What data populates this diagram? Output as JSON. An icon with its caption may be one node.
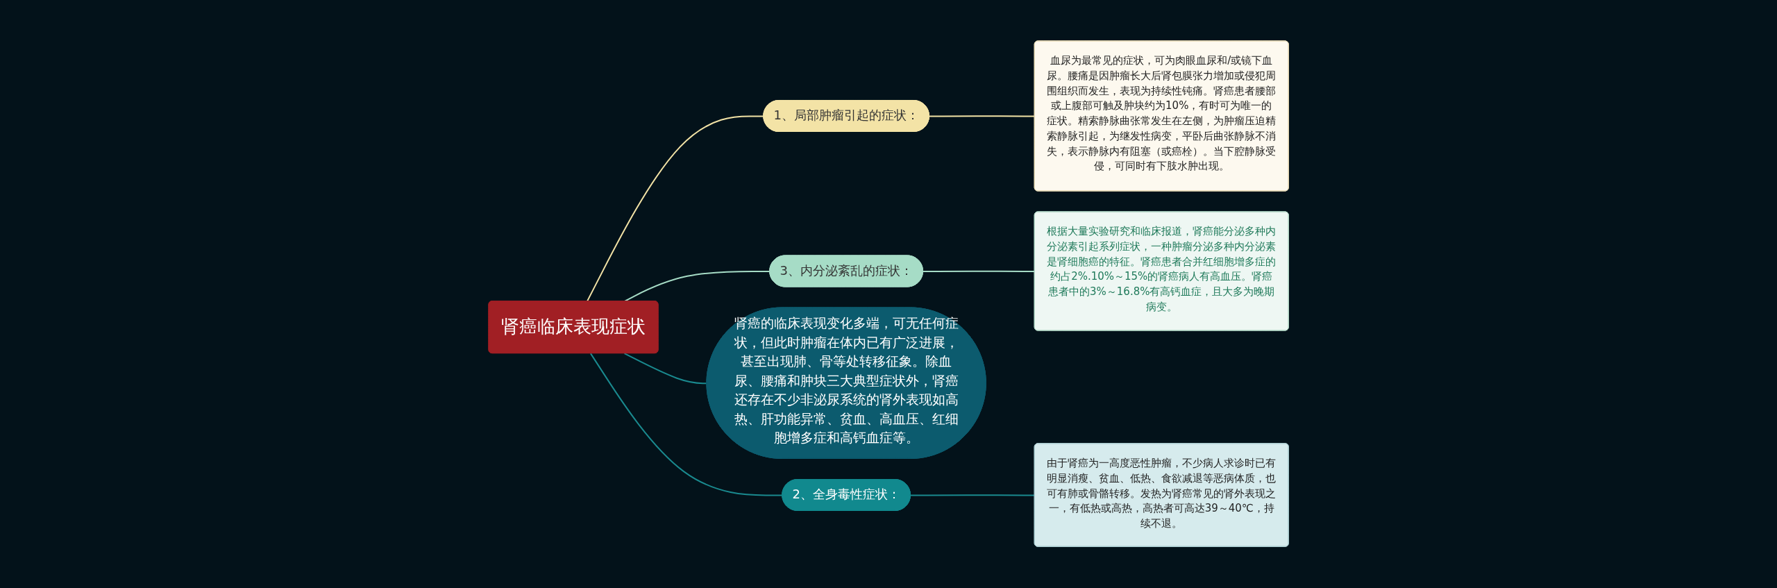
{
  "diagram": {
    "nodes": [
      {
        "text": [
          "肾癌临床表现症状"
        ]
      },
      {
        "text": [
          "1、局部肿瘤引起的症状："
        ]
      },
      {
        "text": [
          "血尿为最常见的症状，可为肉眼血尿和/或镜下血尿。腰痛是因肿瘤长大后肾包膜张力增加或侵犯周围组织而发生，表现为持续性钝痛。肾癌患者腰部或上腹部可触及肿块约为10%，有时可为唯一的症状。精索静脉曲张常发生在左侧，为肿瘤压迫精索静脉引起，为继发性病变，平卧后曲张静脉不消失，表示静脉内有阻塞（或癌栓）。当下腔静脉受侵，可同时有下肢水肿出现。"
        ]
      },
      {
        "text": [
          "3、内分泌紊乱的症状："
        ]
      },
      {
        "text": [
          "根据大量实验研究和临床报道，肾癌能分泌多种内分泌素引起系列症状，一种肿瘤分泌多种内分泌素是肾细胞癌的特征。肾癌患者合并红细胞增多症的约占2%.10%～15%的肾癌病人有高血压。肾癌患者中的3%～16.8%有高钙血症，且大多为晚期病变。"
        ]
      },
      {
        "text": [
          "肾癌的临床表现变化多端，可无任何症状，但此时肿瘤在体内已有广泛进展，甚至出现肺、骨等处转移征象。除血尿、腰痛和肿块三大典型症状外，肾癌还存在不少非泌尿系统的肾外表现如高热、肝功能异常、贫血、高血压、红细胞增多症和高钙血症等。"
        ]
      },
      {
        "text": [
          "2、全身毒性症状："
        ]
      },
      {
        "text": [
          "由于肾癌为一高度恶性肿瘤，不少病人求诊时已有明显消瘦、贫血、低热、食欲减退等恶病体质，也可有肺或骨骼转移。发热为肾癌常见的肾外表现之一，有低热或高热，高热者可高达39～40℃，持续不退。"
        ]
      }
    ],
    "edges": [
      {
        "from": 0,
        "to": 1,
        "arrow": "none",
        "color": "#f3e3a6"
      },
      {
        "from": 1,
        "to": 2,
        "arrow": "none",
        "color": "#f3e3a6"
      },
      {
        "from": 0,
        "to": 3,
        "arrow": "none",
        "color": "#a6dcc6"
      },
      {
        "from": 3,
        "to": 4,
        "arrow": "none",
        "color": "#a6dcc6"
      },
      {
        "from": 0,
        "to": 5,
        "arrow": "none"
      },
      {
        "from": 0,
        "to": 6,
        "arrow": "none"
      },
      {
        "from": 6,
        "to": 7,
        "arrow": "none"
      }
    ]
  }
}
